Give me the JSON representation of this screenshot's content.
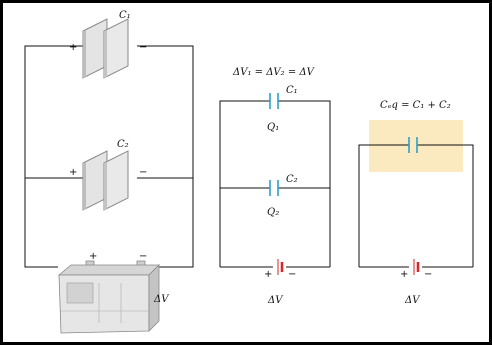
{
  "colors": {
    "wire": "#111111",
    "plate_fill": "#e4e4e4",
    "plate_edge": "#888888",
    "capacitor_symbol": "#2aa0c8",
    "battery_symbol": "#d32a2a",
    "equivalent_highlight": "#fbe9bf"
  },
  "left_panel": {
    "c1_label": "C₁",
    "c2_label": "C₂",
    "plus_sign": "+",
    "minus_sign": "−",
    "battery_label": "ΔV"
  },
  "middle_panel": {
    "equation": "ΔV₁ = ΔV₂ = ΔV",
    "c1_label": "C₁",
    "q1_label": "Q₁",
    "c2_label": "C₂",
    "q2_label": "Q₂",
    "battery_label": "ΔV"
  },
  "right_panel": {
    "equation": "Cₑq = C₁ + C₂",
    "battery_label": "ΔV"
  },
  "icons": {
    "car_battery": "car-battery-icon",
    "parallel_plate_capacitor": "capacitor-plates-icon",
    "capacitor_symbol": "capacitor-symbol-icon",
    "battery_symbol": "battery-symbol-icon"
  }
}
